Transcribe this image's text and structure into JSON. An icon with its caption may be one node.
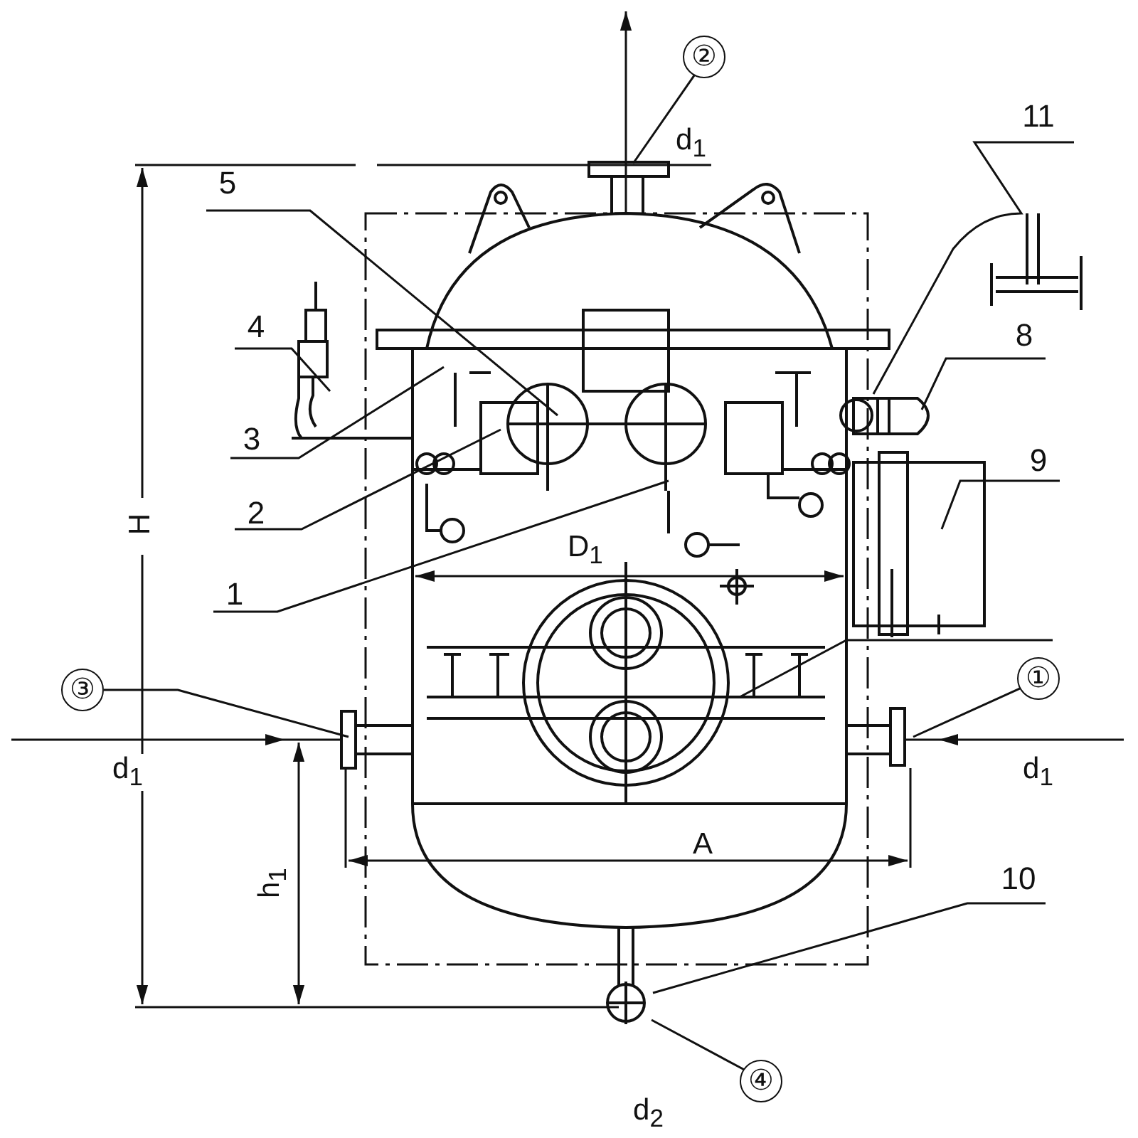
{
  "diagram": {
    "nodes": [
      {
        "text": [
          "②"
        ]
      },
      {
        "text": [
          "11"
        ]
      },
      {
        "text": [
          "5"
        ]
      },
      {
        "text": [
          "4"
        ]
      },
      {
        "text": [
          "8"
        ]
      },
      {
        "text": [
          "3"
        ]
      },
      {
        "text": [
          "9"
        ]
      },
      {
        "text": [
          "2"
        ]
      },
      {
        "text": [
          "1"
        ]
      },
      {
        "text": [
          "③"
        ]
      },
      {
        "text": [
          "①"
        ]
      },
      {
        "text": [
          "10"
        ]
      },
      {
        "text": [
          "④"
        ]
      }
    ],
    "edges": [
      {
        "from": 0,
        "to": null,
        "arrow": "none"
      },
      {
        "from": 1,
        "to": null,
        "arrow": "none"
      },
      {
        "from": 2,
        "to": null,
        "arrow": "none"
      },
      {
        "from": 3,
        "to": null,
        "arrow": "none"
      },
      {
        "from": 4,
        "to": null,
        "arrow": "none"
      },
      {
        "from": 5,
        "to": null,
        "arrow": "none"
      },
      {
        "from": 6,
        "to": null,
        "arrow": "none"
      },
      {
        "from": 7,
        "to": null,
        "arrow": "none"
      },
      {
        "from": 8,
        "to": null,
        "arrow": "none"
      },
      {
        "from": 9,
        "to": null,
        "arrow": "none"
      },
      {
        "from": 10,
        "to": null,
        "arrow": "none"
      },
      {
        "from": 11,
        "to": null,
        "arrow": "none"
      },
      {
        "from": 12,
        "to": null,
        "arrow": "none"
      }
    ],
    "labels": [
      "d$_{1}$",
      "H",
      "D$_{1}$",
      "d$_{1}$",
      "d$_{1}$",
      "A",
      "h$_{1}$",
      "d$_{2}$"
    ]
  }
}
